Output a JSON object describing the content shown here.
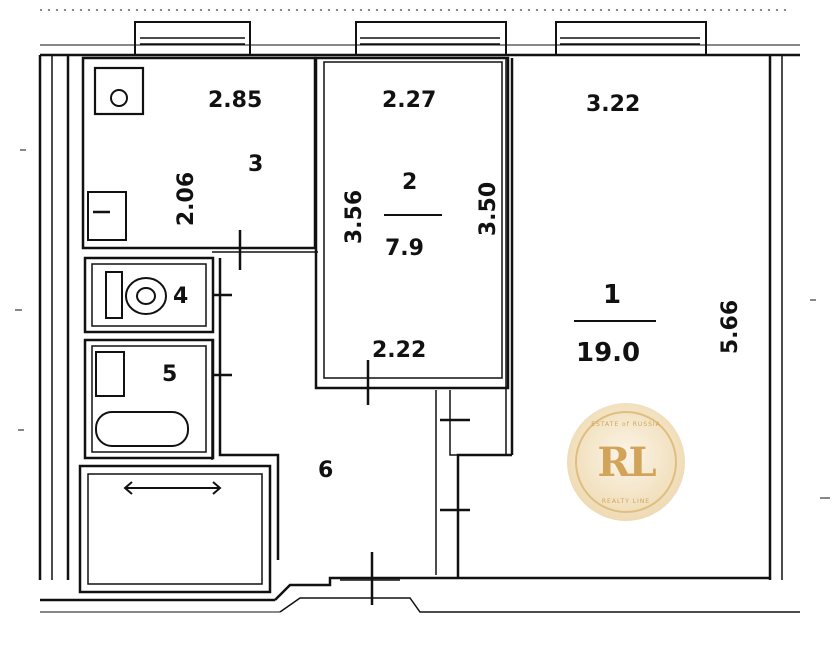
{
  "rooms": [
    {
      "number": "1",
      "area": "19.0",
      "width_top": "3.22",
      "side": "5.66"
    },
    {
      "number": "2",
      "area": "7.9",
      "width_top": "2.27",
      "width_bottom": "2.22",
      "side_left": "3.56",
      "side_right": "3.50"
    },
    {
      "number": "3",
      "width_top": "2.85",
      "side": "2.06"
    },
    {
      "number": "4"
    },
    {
      "number": "5"
    },
    {
      "number": "6"
    }
  ],
  "watermark": {
    "letters": "RL",
    "text_top": "ESTATE of RUSSIA",
    "text_bottom": "REALTY LINE",
    "color": "#c9953d"
  },
  "colors": {
    "line": "#111111",
    "background": "#ffffff"
  }
}
